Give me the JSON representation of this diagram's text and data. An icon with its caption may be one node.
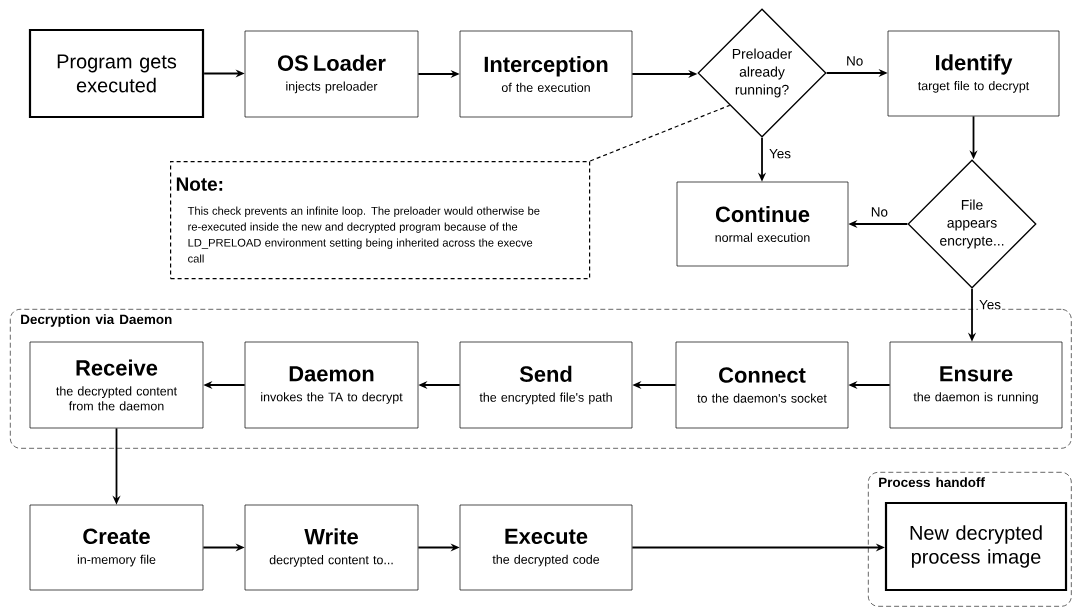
{
  "diagram": {
    "nodes": [
      {
        "text": [
          "Program gets executed"
        ]
      },
      {
        "text": [
          "OS Loader",
          "injects preloader"
        ]
      },
      {
        "text": [
          "Interception",
          "of the execution"
        ]
      },
      {
        "text": [
          "Preloader already running?"
        ]
      },
      {
        "text": [
          "Identify",
          "target file to decrypt"
        ]
      },
      {
        "text": [
          "Note:",
          "This check prevents an infinite loop. The preloader would otherwise be re-executed inside the new and decrypted program because of the LD_PRELOAD environment setting being inherited across the execve call"
        ]
      },
      {
        "text": [
          "Continue",
          "normal execution"
        ]
      },
      {
        "text": [
          "File appears encrypte..."
        ]
      },
      {
        "text": [
          "Decryption via Daemon"
        ]
      },
      {
        "text": [
          "Receive",
          "the decrypted content from the daemon"
        ],
        "in": 8
      },
      {
        "text": [
          "Daemon",
          "invokes the TA to decrypt"
        ],
        "in": 8
      },
      {
        "text": [
          "Send",
          "the encrypted file's path"
        ],
        "in": 8
      },
      {
        "text": [
          "Connect",
          "to the daemon's socket"
        ],
        "in": 8
      },
      {
        "text": [
          "Ensure",
          "the daemon is running"
        ],
        "in": 8
      },
      {
        "text": [
          "Process handoff"
        ]
      },
      {
        "text": [
          "New decrypted process image"
        ],
        "in": 14
      },
      {
        "text": [
          "Create",
          "in-memory file"
        ]
      },
      {
        "text": [
          "Write",
          "decrypted content to..."
        ]
      },
      {
        "text": [
          "Execute",
          "the decrypted code"
        ]
      }
    ],
    "edges": [
      {
        "from": 0,
        "to": 1,
        "arrow": "to"
      },
      {
        "from": 1,
        "to": 2,
        "arrow": "to"
      },
      {
        "from": 2,
        "to": 3,
        "arrow": "to"
      },
      {
        "from": 3,
        "to": 4,
        "arrow": "to",
        "label": "No"
      },
      {
        "from": 3,
        "to": 6,
        "arrow": "to",
        "label": "Yes"
      },
      {
        "from": 4,
        "to": 7,
        "arrow": "to"
      },
      {
        "from": 7,
        "to": 6,
        "arrow": "to",
        "label": "No"
      },
      {
        "from": 7,
        "to": 13,
        "arrow": "to",
        "label": "Yes"
      },
      {
        "from": 13,
        "to": 12,
        "arrow": "to"
      },
      {
        "from": 12,
        "to": 11,
        "arrow": "to"
      },
      {
        "from": 11,
        "to": 10,
        "arrow": "to"
      },
      {
        "from": 10,
        "to": 9,
        "arrow": "to"
      },
      {
        "from": 9,
        "to": 16,
        "arrow": "to"
      },
      {
        "from": 16,
        "to": 17,
        "arrow": "to"
      },
      {
        "from": 17,
        "to": 18,
        "arrow": "to"
      },
      {
        "from": 18,
        "to": 15,
        "arrow": "to"
      },
      {
        "from": 5,
        "to": 3,
        "arrow": "none",
        "style": "dashed"
      }
    ]
  }
}
